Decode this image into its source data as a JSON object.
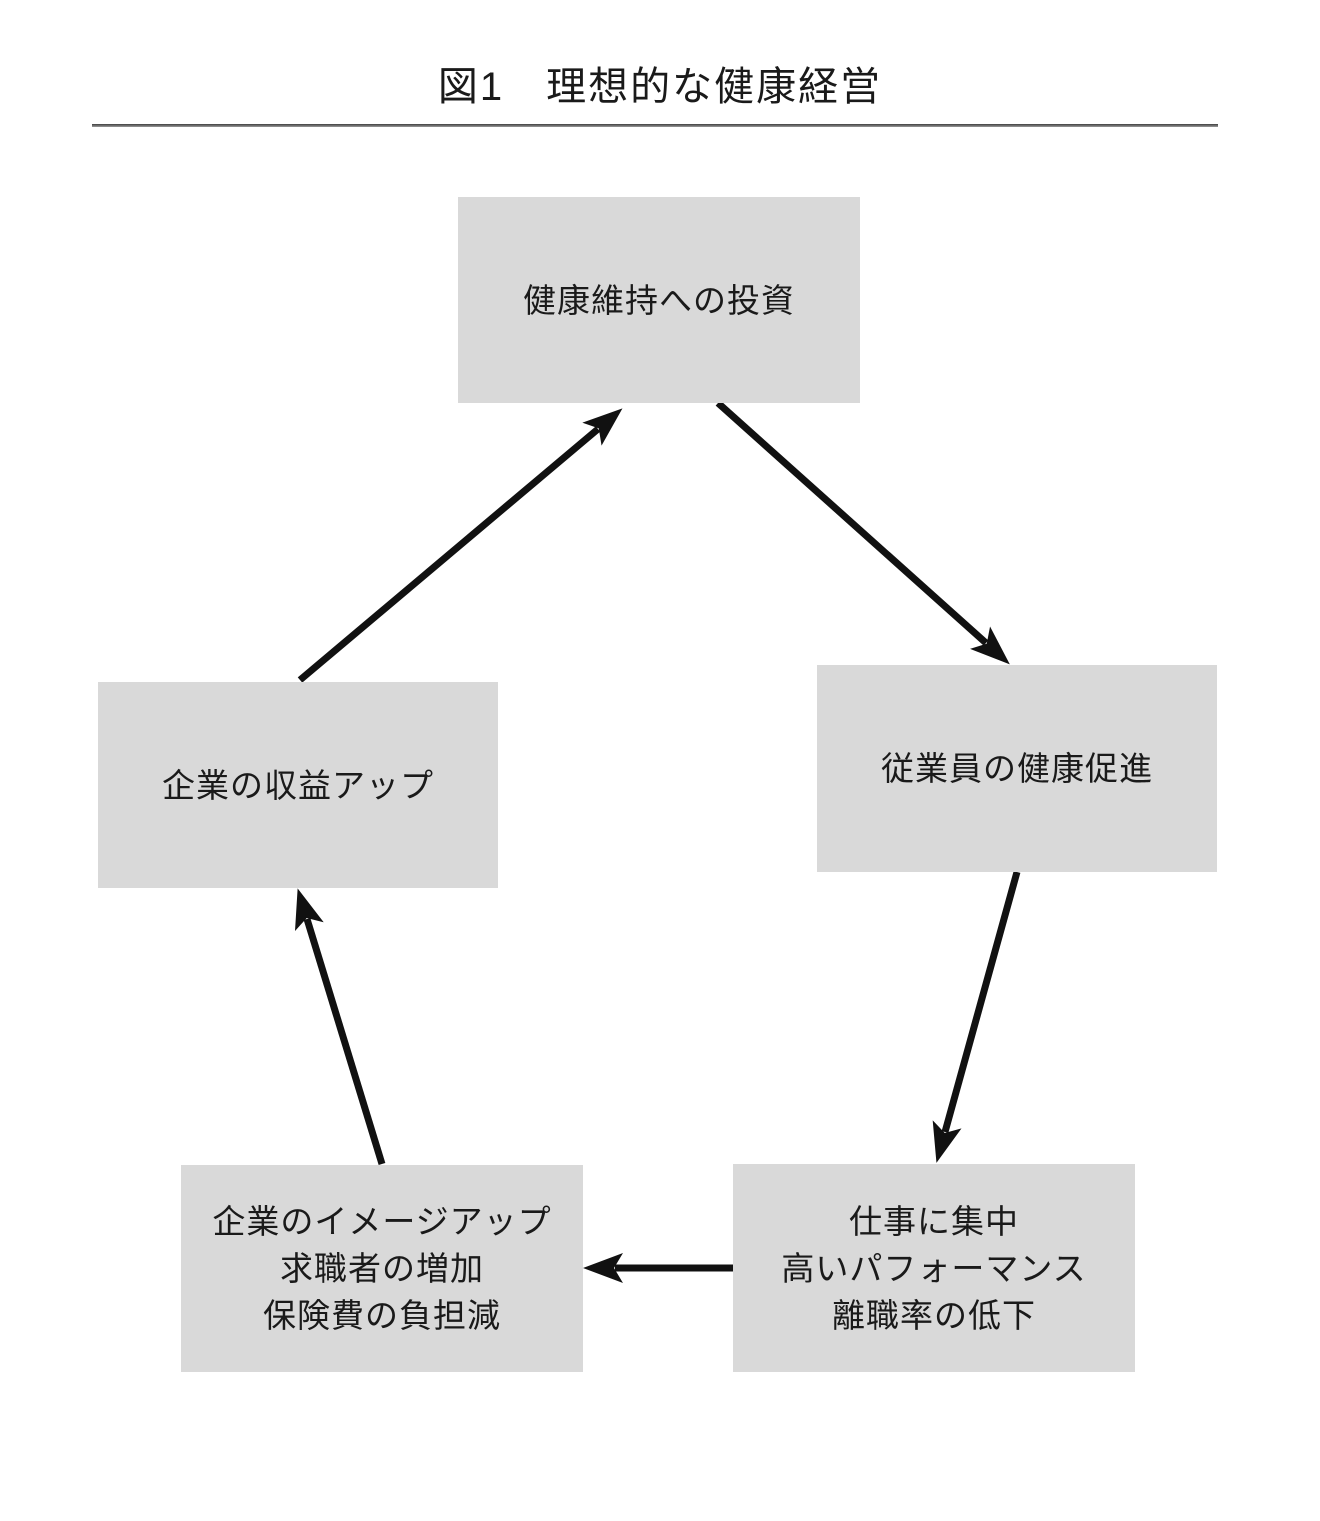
{
  "figure": {
    "title": "図1　理想的な健康経営"
  },
  "diagram": {
    "nodes": [
      {
        "id": "investment",
        "lines": [
          "健康維持への投資"
        ]
      },
      {
        "id": "employee-health",
        "lines": [
          "従業員の健康促進"
        ]
      },
      {
        "id": "performance",
        "lines": [
          "仕事に集中",
          "高いパフォーマンス",
          "離職率の低下"
        ]
      },
      {
        "id": "company-image",
        "lines": [
          "企業のイメージアップ",
          "求職者の増加",
          "保険費の負担減"
        ]
      },
      {
        "id": "profit",
        "lines": [
          "企業の収益アップ"
        ]
      }
    ],
    "edges": [
      {
        "from": "profit",
        "to": "investment"
      },
      {
        "from": "investment",
        "to": "employee-health"
      },
      {
        "from": "employee-health",
        "to": "performance"
      },
      {
        "from": "performance",
        "to": "company-image"
      },
      {
        "from": "company-image",
        "to": "profit"
      }
    ]
  },
  "colors": {
    "background": "#ffffff",
    "node_fill": "#d9d9d9",
    "text": "#1a1a1a",
    "arrow": "#111111",
    "rule": "#4d4d4d"
  }
}
